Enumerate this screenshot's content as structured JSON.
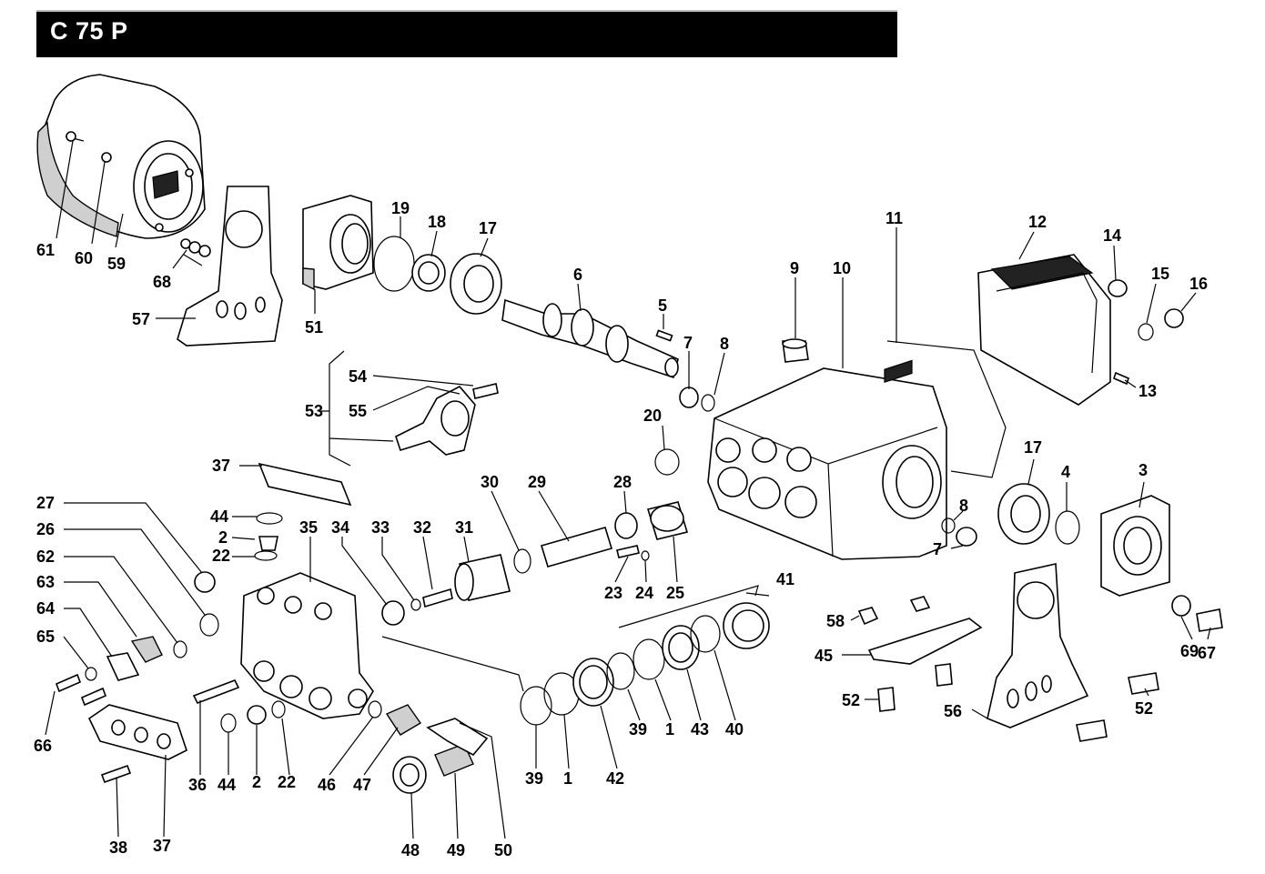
{
  "title": "C 75 P",
  "callouts": [
    "61",
    "60",
    "59",
    "68",
    "57",
    "51",
    "19",
    "18",
    "17",
    "6",
    "5",
    "7",
    "8",
    "9",
    "10",
    "11",
    "12",
    "14",
    "15",
    "16",
    "13",
    "54",
    "53",
    "55",
    "20",
    "17",
    "4",
    "3",
    "8",
    "7",
    "37",
    "27",
    "44",
    "26",
    "2",
    "22",
    "62",
    "63",
    "64",
    "65",
    "66",
    "38",
    "37",
    "36",
    "44",
    "2",
    "22",
    "35",
    "34",
    "33",
    "32",
    "31",
    "30",
    "29",
    "28",
    "23",
    "24",
    "25",
    "46",
    "47",
    "48",
    "49",
    "50",
    "41",
    "39",
    "1",
    "42",
    "39",
    "1",
    "43",
    "40",
    "58",
    "45",
    "52",
    "56",
    "52",
    "69",
    "67"
  ]
}
